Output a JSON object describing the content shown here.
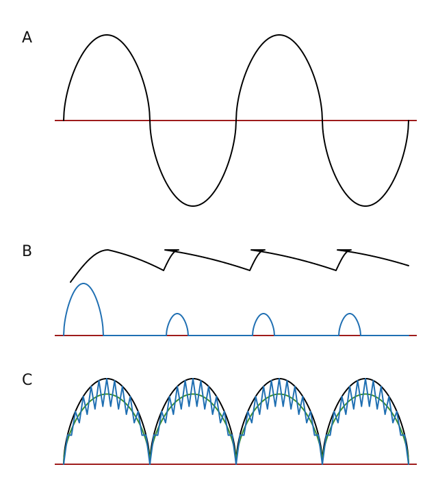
{
  "colors": {
    "axis": "#9e1b1b",
    "black": "#000000",
    "blue": "#1f6fb2",
    "green": "#3a8d2c"
  },
  "panels": [
    {
      "label": "A",
      "traces": [
        {
          "name": "input-sine-wave",
          "color_key": "black"
        }
      ]
    },
    {
      "label": "B",
      "traces": [
        {
          "name": "capacitor-voltage-envelope",
          "color_key": "black"
        },
        {
          "name": "charging-current-pulses",
          "color_key": "blue"
        }
      ]
    },
    {
      "label": "C",
      "traces": [
        {
          "name": "full-wave-rectified-envelope",
          "color_key": "black"
        },
        {
          "name": "averaged-output",
          "color_key": "green"
        },
        {
          "name": "ripple-output",
          "color_key": "blue"
        }
      ]
    }
  ],
  "cycles": 2,
  "pulses": 4
}
